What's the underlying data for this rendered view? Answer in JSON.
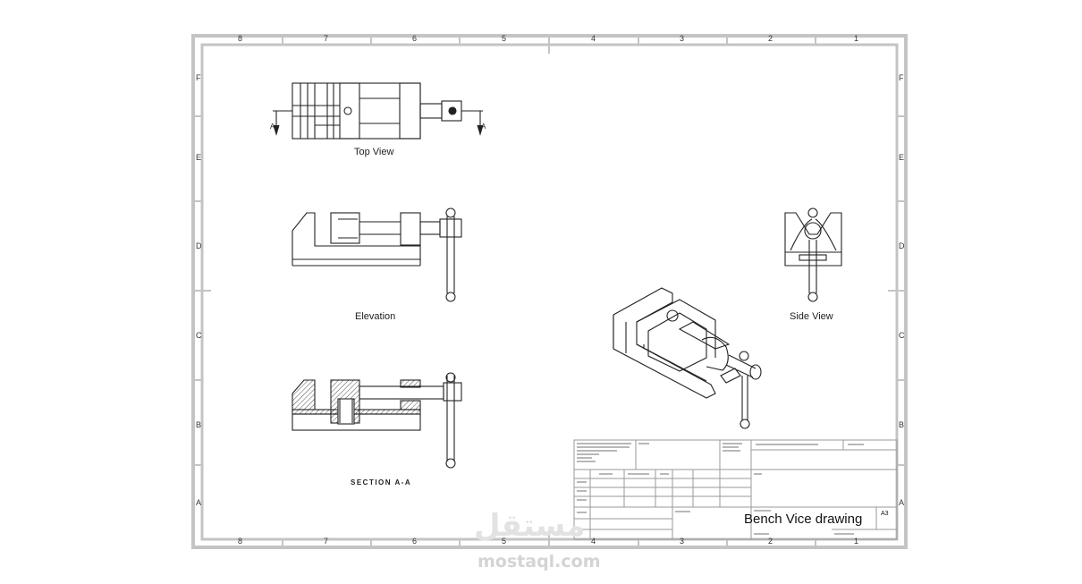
{
  "sheet": {
    "column_zones_top": [
      "8",
      "7",
      "6",
      "5",
      "4",
      "3",
      "2",
      "1"
    ],
    "column_zones_bottom": [
      "8",
      "7",
      "6",
      "5",
      "4",
      "3",
      "2",
      "1"
    ],
    "row_zones_left": [
      "F",
      "E",
      "D",
      "C",
      "B",
      "A"
    ],
    "row_zones_right": [
      "F",
      "E",
      "D",
      "C",
      "B",
      "A"
    ],
    "border_color": "#c8c8c8",
    "line_color": "#222222"
  },
  "views": {
    "top_view_label": "Top View",
    "elevation_label": "Elevation",
    "side_view_label": "Side View",
    "section_label": "SECTION A-A",
    "section_marker_left": "A",
    "section_marker_right": "A"
  },
  "title_block": {
    "drawing_title": "Bench Vice drawing",
    "sheet_size": "A3"
  },
  "watermark": {
    "arabic_text": "مستقل",
    "latin_text": "mostaql.com"
  }
}
